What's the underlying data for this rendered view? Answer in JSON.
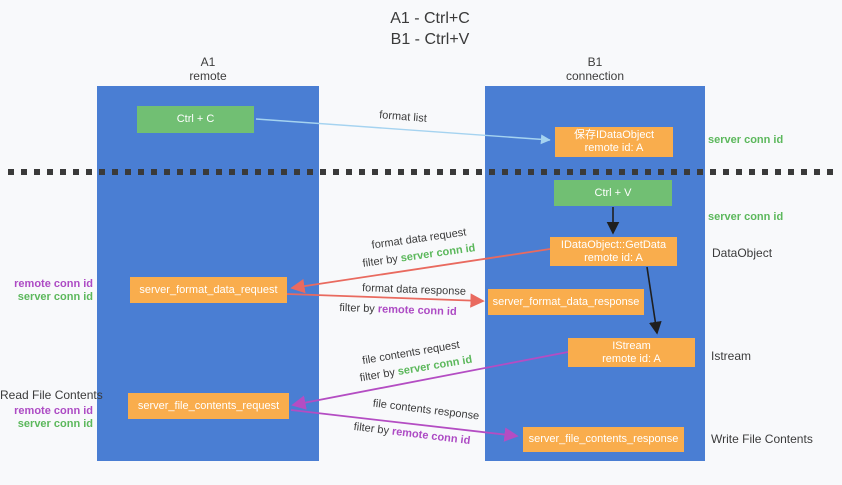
{
  "title": {
    "line1": "A1 - Ctrl+C",
    "line2": "B1 - Ctrl+V"
  },
  "columns": {
    "left": {
      "id": "A1",
      "name": "remote"
    },
    "right": {
      "id": "B1",
      "name": "connection"
    }
  },
  "nodes": {
    "ctrl_c": {
      "label": "Ctrl + C"
    },
    "ctrl_v": {
      "label": "Ctrl + V"
    },
    "save_idataobject": {
      "line1": "保存IDataObject",
      "line2": "remote id: A"
    },
    "getdata": {
      "line1": "IDataObject::GetData",
      "line2": "remote id: A"
    },
    "istream": {
      "line1": "IStream",
      "line2": "remote id: A"
    },
    "server_format_data_request": {
      "label": "server_format_data_request"
    },
    "server_format_data_response": {
      "label": "server_format_data_response"
    },
    "server_file_contents_request": {
      "label": "server_file_contents_request"
    },
    "server_file_contents_response": {
      "label": "server_file_contents_response"
    }
  },
  "arrows": {
    "format_list": {
      "label": "format list"
    },
    "format_data_request": {
      "label": "format data request",
      "filter_prefix": "filter by ",
      "filter_key": "server conn id"
    },
    "format_data_response": {
      "label": "format data response",
      "filter_prefix": "filter by ",
      "filter_key": "remote conn id"
    },
    "file_contents_request": {
      "label": "file contents request",
      "filter_prefix": "filter by ",
      "filter_key": "server conn id"
    },
    "file_contents_response": {
      "label": "file contents response",
      "filter_prefix": "filter by ",
      "filter_key": "remote conn id"
    }
  },
  "side_labels": {
    "right_server_conn_id_top": "server conn id",
    "right_server_conn_id_mid": "server conn id",
    "right_dataobject": "DataObject",
    "right_istream": "Istream",
    "right_write_file_contents": "Write File Contents",
    "left_read_file_contents": "Read File Contents",
    "left_top_remote_conn_id": "remote conn id",
    "left_top_server_conn_id": "server conn id",
    "left_bottom_remote_conn_id": "remote conn id",
    "left_bottom_server_conn_id": "server conn id"
  },
  "colors": {
    "column_blue": "#4a7ed3",
    "box_green": "#71bf73",
    "box_orange": "#f9ad4d",
    "arrow_red": "#e96a5f",
    "arrow_purple": "#b44dc3",
    "arrow_lightblue": "#a5d3f0",
    "arrow_black": "#1f1f1f",
    "text_green": "#5cb85c",
    "text_purple": "#ad4bc4",
    "text_dark": "#3b3b3b"
  }
}
